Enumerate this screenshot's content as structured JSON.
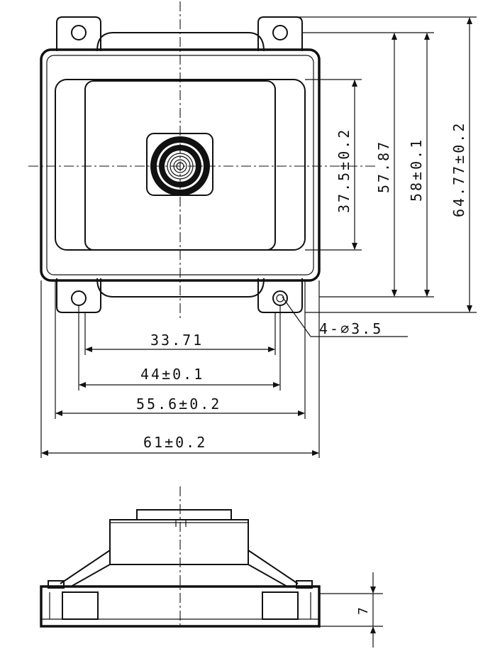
{
  "dimensions": {
    "inner_width": "33.71",
    "hole_spacing": "44±0.1",
    "body_width": "55.6±0.2",
    "overall_width": "61±0.2",
    "window_height": "37.5±0.2",
    "height_a": "57.87",
    "height_b": "58±0.1",
    "overall_height": "64.77±0.2",
    "hole_spec": "4-∅3.5",
    "side_height": "7"
  }
}
